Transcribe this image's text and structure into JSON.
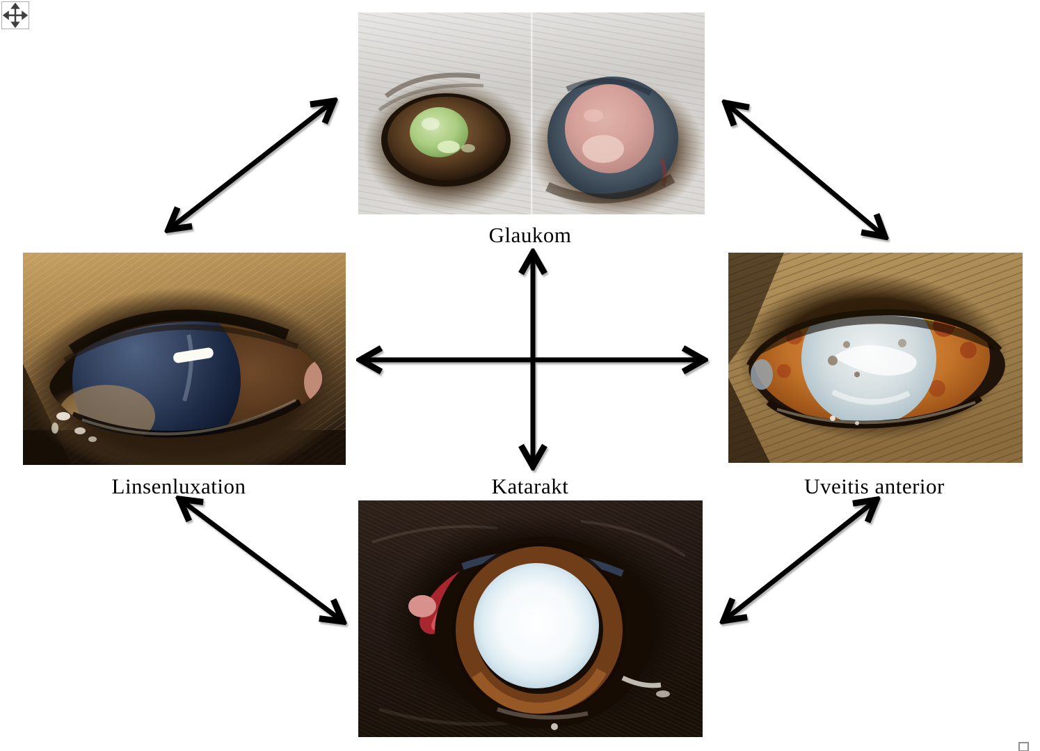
{
  "labels": {
    "top": "Glaukom",
    "left": "Linsenluxation",
    "bottom": "Katarakt",
    "right": "Uveitis anterior"
  },
  "photos": {
    "glaukom": "two dog eyes with glaucoma (green pupil / buphthalmic pink lens)",
    "linsenluxation": "dog eye with luxated dark blue lens",
    "katarakt": "dog eye with mature white cataract",
    "uveitis": "dog eye with orange inflamed iris and cloudy center"
  },
  "connections": [
    {
      "from": "Glaukom",
      "to": "Linsenluxation",
      "bidirectional": true
    },
    {
      "from": "Glaukom",
      "to": "Uveitis anterior",
      "bidirectional": true
    },
    {
      "from": "Glaukom",
      "to": "Katarakt",
      "bidirectional": true
    },
    {
      "from": "Linsenluxation",
      "to": "Uveitis anterior",
      "bidirectional": true
    },
    {
      "from": "Linsenluxation",
      "to": "Katarakt",
      "bidirectional": true
    },
    {
      "from": "Katarakt",
      "to": "Uveitis anterior",
      "bidirectional": true
    }
  ],
  "icons": {
    "move_handle": "move-cross-icon",
    "corner_marker": "small-square-outline"
  },
  "colors": {
    "background": "#ffffff",
    "arrow": "#000000",
    "label_text": "#000000"
  }
}
